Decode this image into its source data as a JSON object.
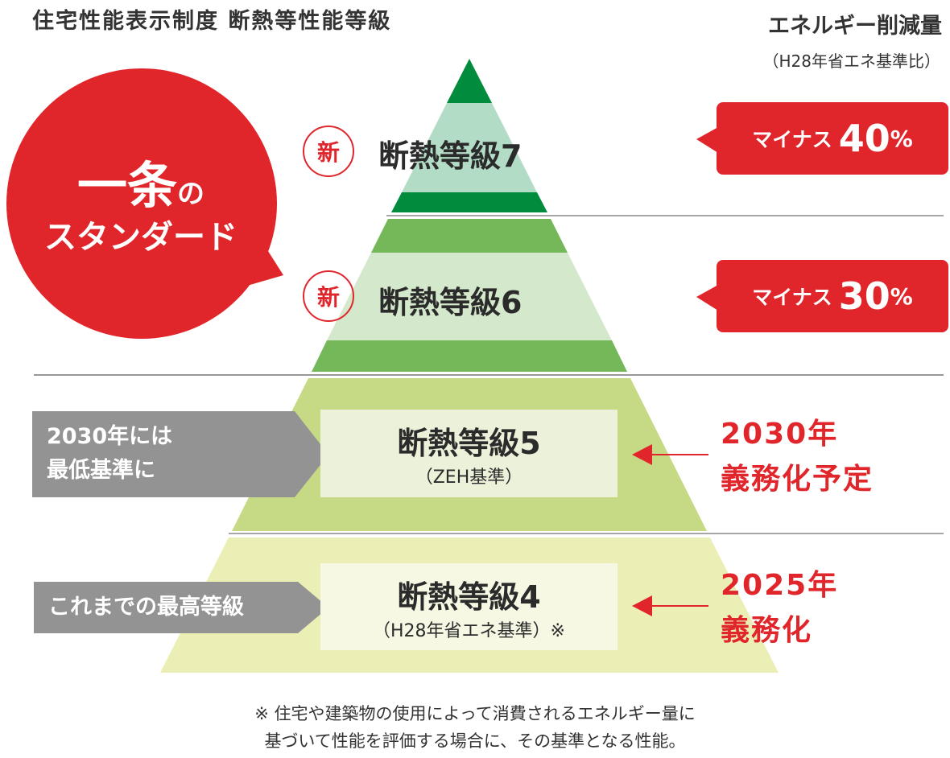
{
  "title": "住宅性能表示制度 断熱等性能等級",
  "energy_header": {
    "title": "エネルギー削減量",
    "subtitle": "（H28年省エネ基準比）"
  },
  "standard_bubble": {
    "line1_main": "一条",
    "line1_suffix": "の",
    "line2": "スタンダード"
  },
  "levels": [
    {
      "badge": "新",
      "label": "断熱等級7",
      "reduction_prefix": "マイナス",
      "reduction_value": "40",
      "reduction_unit": "%"
    },
    {
      "badge": "新",
      "label": "断熱等級6",
      "reduction_prefix": "マイナス",
      "reduction_value": "30",
      "reduction_unit": "%"
    },
    {
      "label": "断熱等級5",
      "sub": "（ZEH基準）",
      "left_note": [
        "2030年には",
        "最低基準に"
      ],
      "right_note": [
        "2030年",
        "義務化予定"
      ]
    },
    {
      "label": "断熱等級4",
      "sub": "（H28年省エネ基準）※",
      "left_note": [
        "これまでの最高等級"
      ],
      "right_note": [
        "2025年",
        "義務化"
      ]
    }
  ],
  "footnote": [
    "※ 住宅や建築物の使用によって消費されるエネルギー量に",
    "基づいて性能を評価する場合に、その基準となる性能。"
  ],
  "colors": {
    "red": "#e0262b",
    "dark_green": "#008c3c",
    "pale_green": "#b2dcc6",
    "mid_green": "#74b85a",
    "light_green": "#d4e8cb",
    "olive": "#c6d985",
    "pale_yellow": "#ecefb5",
    "grey": "#939393"
  }
}
